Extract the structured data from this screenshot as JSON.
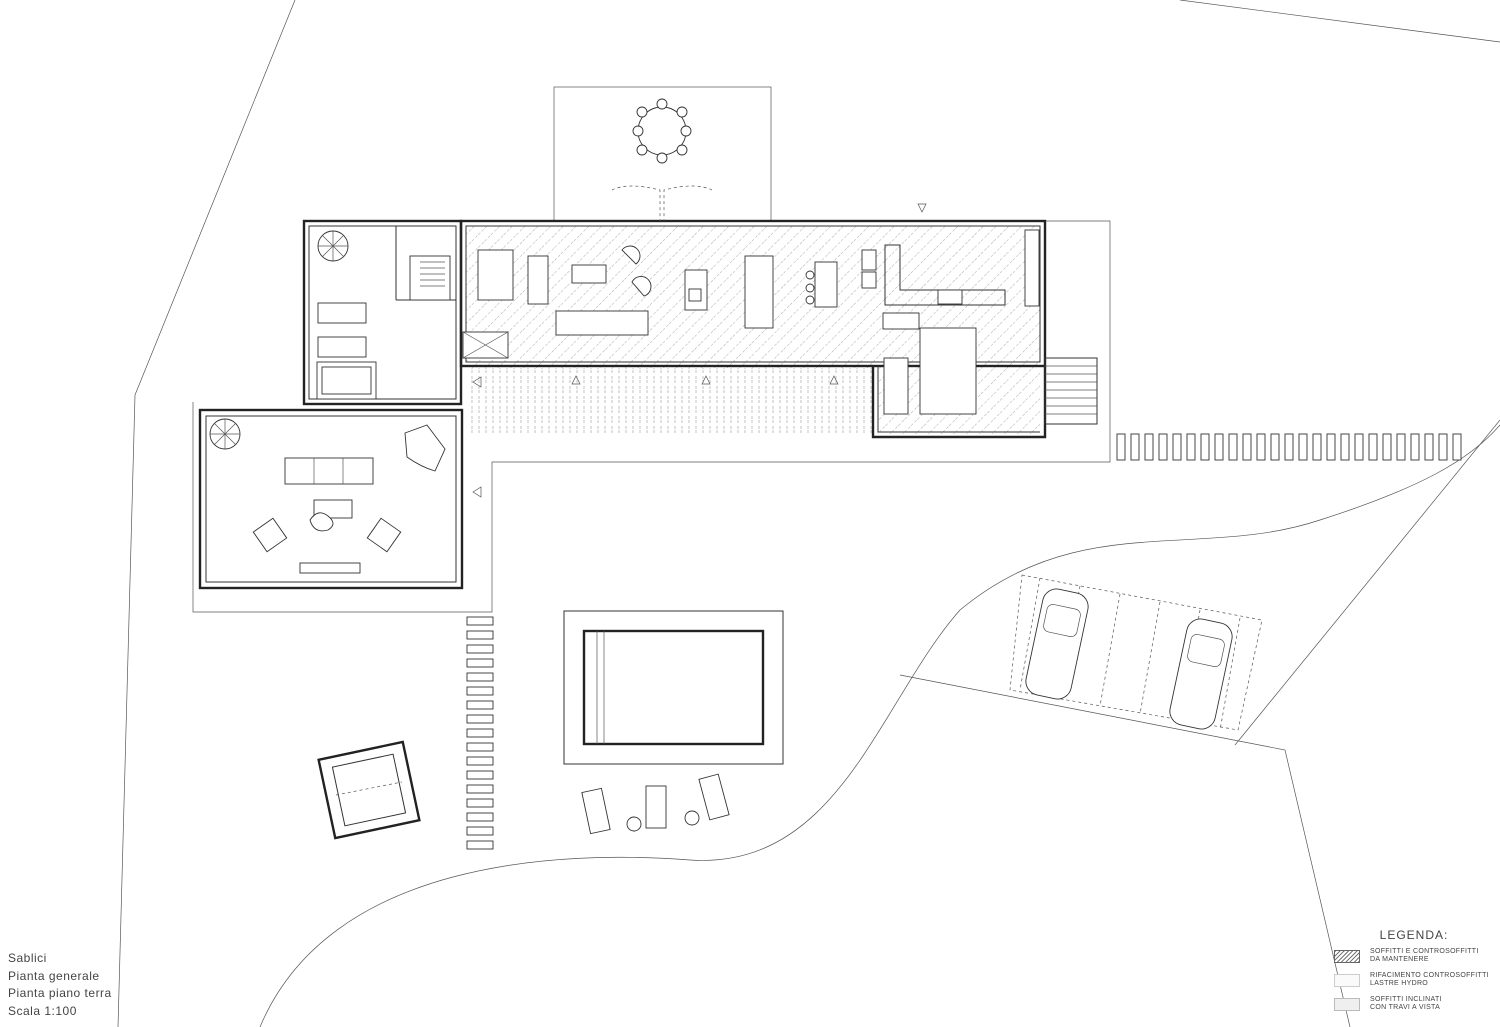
{
  "title_block": {
    "project": "Sablici",
    "line2": "Pianta generale",
    "line3": "Pianta piano terra",
    "scale": "Scala 1:100"
  },
  "legend": {
    "title": "LEGENDA:",
    "items": [
      {
        "swatch": "hatch-diagonal",
        "line1": "SOFFITTI E CONTROSOFFITTI",
        "line2": "DA MANTENERE"
      },
      {
        "swatch": "light-fill",
        "line1": "RIFACIMENTO CONTROSOFFITTI",
        "line2": "LASTRE HYDRO"
      },
      {
        "swatch": "grey-fill",
        "line1": "SOFFITTI INCLINATI",
        "line2": "CON TRAVI A VISTA"
      }
    ]
  },
  "colors": {
    "background": "#ffffff",
    "line": "#333333",
    "text": "#444444"
  }
}
